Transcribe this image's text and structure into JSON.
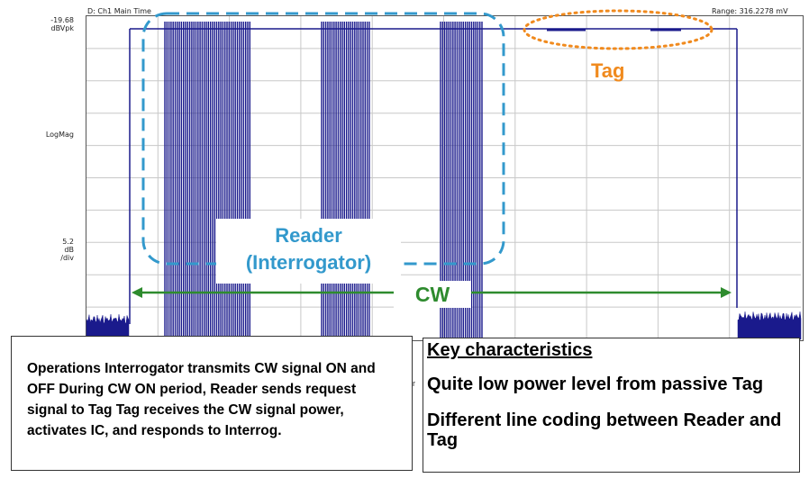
{
  "plot": {
    "header_left": "D: Ch1 Main Time",
    "header_right": "Range: 316.2278 mV",
    "y_top_value": "-19.68",
    "y_top_unit": "dBVpk",
    "y_mid_label": "LogMag",
    "y_scale_value": "5.2",
    "y_scale_unit": "dB",
    "y_scale_per": "/div"
  },
  "annotations": {
    "reader_line1": "Reader",
    "reader_line2": "(Interrogator)",
    "cw": "CW",
    "tag": "Tag"
  },
  "colors": {
    "signal": "#1a1a8c",
    "reader": "#3399cc",
    "cw": "#2e8b2e",
    "tag": "#f08a1e",
    "grid": "#c8c8c8"
  },
  "operations_text": "Operations Interrogator transmits CW signal ON and OFF During CW ON period, Reader sends request signal to Tag Tag receives the CW signal power, activates IC, and responds to Interrog.",
  "key": {
    "title": "Key characteristics",
    "items": [
      "Quite low power level from passive Tag",
      "Different line coding between Reader and Tag"
    ]
  },
  "tiny_fragment": "r"
}
